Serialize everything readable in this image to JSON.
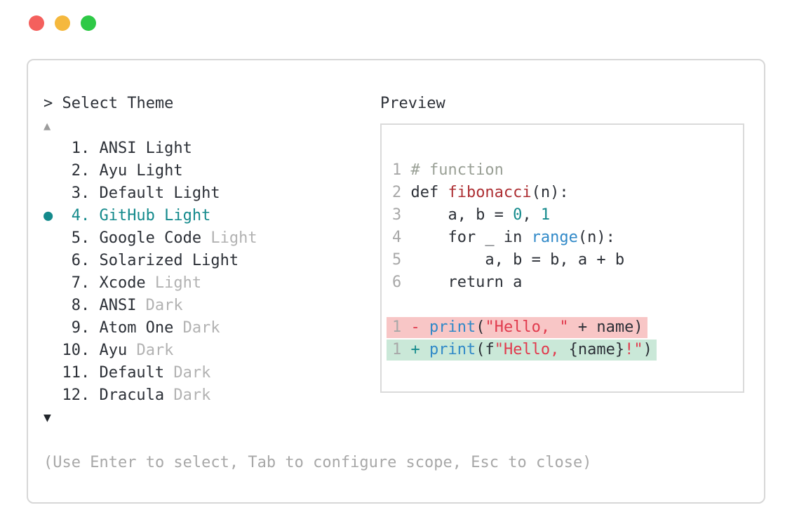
{
  "window": {
    "traffic_lights": [
      {
        "name": "close",
        "color": "#f4605d"
      },
      {
        "name": "minimize",
        "color": "#f5b83d"
      },
      {
        "name": "zoom",
        "color": "#2ec946"
      }
    ]
  },
  "prompt": {
    "caret": ">",
    "title": "Select Theme"
  },
  "list": {
    "up_arrow": "▲",
    "down_arrow": "▼",
    "items": [
      {
        "num": "1.",
        "name": "ANSI Light",
        "suffix": ""
      },
      {
        "num": "2.",
        "name": "Ayu Light",
        "suffix": ""
      },
      {
        "num": "3.",
        "name": "Default Light",
        "suffix": ""
      },
      {
        "num": "4.",
        "name": "GitHub Light",
        "suffix": "",
        "bullet": "●",
        "selected": true
      },
      {
        "num": "5.",
        "name": "Google Code",
        "suffix": " Light"
      },
      {
        "num": "6.",
        "name": "Solarized Light",
        "suffix": ""
      },
      {
        "num": "7.",
        "name": "Xcode",
        "suffix": " Light"
      },
      {
        "num": "8.",
        "name": "ANSI",
        "suffix": " Dark"
      },
      {
        "num": "9.",
        "name": "Atom One",
        "suffix": " Dark"
      },
      {
        "num": "10.",
        "name": "Ayu",
        "suffix": " Dark"
      },
      {
        "num": "11.",
        "name": "Default",
        "suffix": " Dark"
      },
      {
        "num": "12.",
        "name": "Dracula",
        "suffix": " Dark"
      }
    ]
  },
  "preview": {
    "label": "Preview",
    "code": [
      {
        "no": "1",
        "diff": "",
        "segs": [
          [
            "# function",
            "c"
          ]
        ]
      },
      {
        "no": "2",
        "diff": "",
        "segs": [
          [
            "def ",
            "d"
          ],
          [
            "fibonacci",
            "r"
          ],
          [
            "(n):",
            "d"
          ]
        ]
      },
      {
        "no": "3",
        "diff": "",
        "segs": [
          [
            "    a, b = ",
            "d"
          ],
          [
            "0",
            "t"
          ],
          [
            ", ",
            "d"
          ],
          [
            "1",
            "t"
          ]
        ]
      },
      {
        "no": "4",
        "diff": "",
        "segs": [
          [
            "    for _ in ",
            "d"
          ],
          [
            "range",
            "b"
          ],
          [
            "(n):",
            "d"
          ]
        ]
      },
      {
        "no": "5",
        "diff": "",
        "segs": [
          [
            "        a, b = b, a + b",
            "d"
          ]
        ]
      },
      {
        "no": "6",
        "diff": "",
        "segs": [
          [
            "    return a",
            "d"
          ]
        ]
      },
      {
        "no": "",
        "diff": "",
        "segs": []
      },
      {
        "no": "1",
        "diff": "del",
        "segs": [
          [
            "- ",
            "s"
          ],
          [
            "print",
            "b"
          ],
          [
            "(",
            "d"
          ],
          [
            "\"Hello, \"",
            "s"
          ],
          [
            " + name)",
            "d"
          ]
        ]
      },
      {
        "no": "1",
        "diff": "add",
        "segs": [
          [
            "+ ",
            "t"
          ],
          [
            "print",
            "b"
          ],
          [
            "(f",
            "d"
          ],
          [
            "\"Hello, ",
            "s"
          ],
          [
            "{name}",
            "d"
          ],
          [
            "!\"",
            "s"
          ],
          [
            ")",
            "d"
          ]
        ]
      }
    ]
  },
  "hint": "(Use Enter to select, Tab to configure scope, Esc to close)",
  "colors": {
    "text": "#2c3037",
    "accent_teal": "#148a8c",
    "muted_gray": "#b2b2b2",
    "hint_gray": "#a8a8a8",
    "comment_green_gray": "#9aa096",
    "function_dark_red": "#ad2f33",
    "string_crimson": "#e13a4d",
    "builtin_blue": "#3089c8",
    "diff_del_bg": "#f8c6c6",
    "diff_add_bg": "#cae8d8",
    "window_border": "#d7d7d7",
    "preview_border": "#dadada",
    "traffic_red": "#f4605d",
    "traffic_yellow": "#f5b83d",
    "traffic_green": "#2ec946"
  }
}
